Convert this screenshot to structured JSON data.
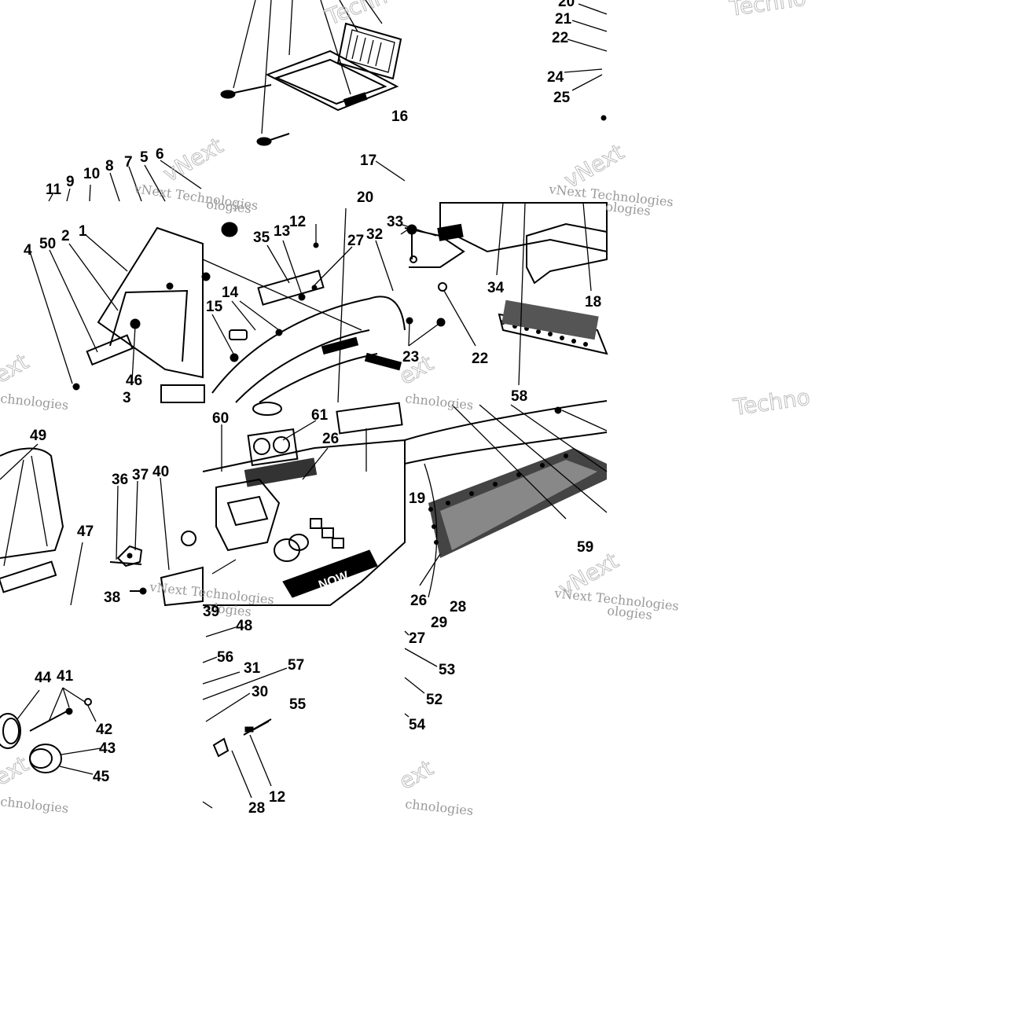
{
  "watermark": {
    "brand": "vNext Technologies",
    "fragments": [
      "Techno",
      "vNext",
      "ext",
      "chnologies",
      "ologies",
      "Technologies"
    ]
  },
  "colors": {
    "ink": "#000000",
    "watermark": "#9a9a9a",
    "background": "#ffffff"
  },
  "labels": {
    "l16": "16",
    "l17": "17",
    "l20a": "20",
    "l21": "21",
    "l22a": "22",
    "l24": "24",
    "l25": "25",
    "l11": "11",
    "l9": "9",
    "l10": "10",
    "l8": "8",
    "l7": "7",
    "l5": "5",
    "l6": "6",
    "l4": "4",
    "l50": "50",
    "l2": "2",
    "l1": "1",
    "l46": "46",
    "l3": "3",
    "l35": "35",
    "l13": "13",
    "l12a": "12",
    "l27a": "27",
    "l32": "32",
    "l14": "14",
    "l15": "15",
    "l33": "33",
    "l23": "23",
    "l22b": "22",
    "l20b": "20",
    "l34": "34",
    "l18": "18",
    "l58": "58",
    "l49": "49",
    "l36": "36",
    "l37": "37",
    "l40": "40",
    "l47": "47",
    "l38": "38",
    "l60": "60",
    "l61": "61",
    "l26a": "26",
    "l19": "19",
    "l59": "59",
    "l26b": "26",
    "l28a": "28",
    "l29": "29",
    "l39": "39",
    "l44": "44",
    "l41": "41",
    "l42": "42",
    "l43": "43",
    "l45": "45",
    "l48": "48",
    "l56": "56",
    "l31": "31",
    "l57": "57",
    "l30": "30",
    "l55": "55",
    "l12b": "12",
    "l28b": "28",
    "l27b": "27",
    "l53": "53",
    "l52": "52",
    "l54": "54"
  },
  "badge_text": "NOW"
}
